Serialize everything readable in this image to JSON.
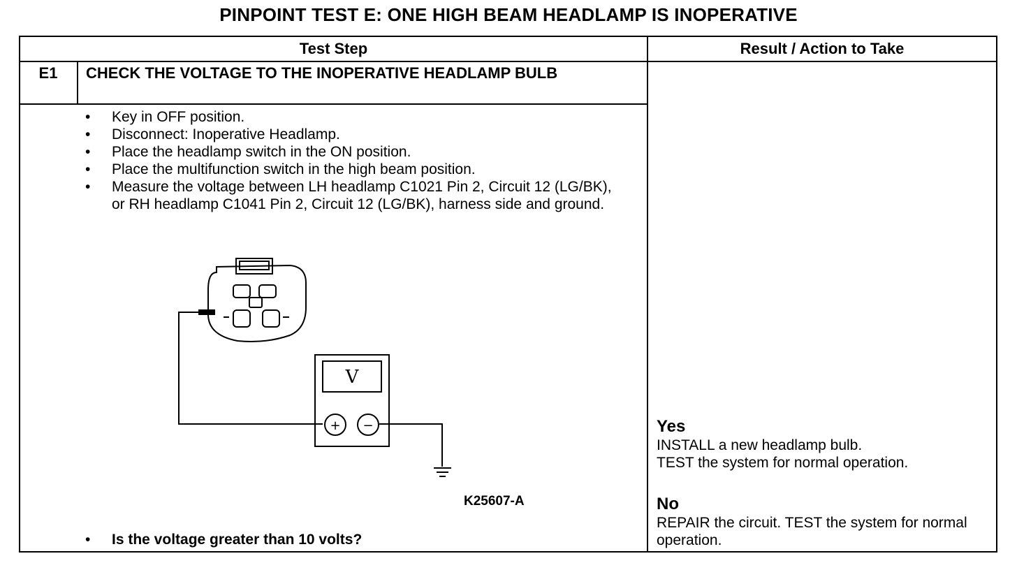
{
  "title": "PINPOINT TEST  E: ONE HIGH BEAM HEADLAMP IS INOPERATIVE",
  "table": {
    "header_test_step": "Test Step",
    "header_result": "Result / Action to Take"
  },
  "step": {
    "id": "E1",
    "title": "CHECK THE VOLTAGE TO THE INOPERATIVE HEADLAMP BULB",
    "bullet_glyph": "•",
    "instructions": [
      "Key in OFF position.",
      "Disconnect: Inoperative Headlamp.",
      "Place the headlamp switch in the ON position.",
      "Place the multifunction switch in the high beam position.",
      "Measure the voltage between LH headlamp C1021 Pin 2, Circuit 12 (LG/BK), or RH headlamp C1041 Pin 2, Circuit 12 (LG/BK), harness side and ground."
    ],
    "question": "Is the voltage greater than 10 volts?"
  },
  "diagram": {
    "meter_label": "V",
    "plus_label": "+",
    "minus_label": "−",
    "figure_id": "K25607-A"
  },
  "results": {
    "yes_label": "Yes",
    "yes_action": "INSTALL a new headlamp bulb.\nTEST the system for normal operation.",
    "no_label": "No",
    "no_action": "REPAIR the circuit. TEST the system for normal operation."
  }
}
